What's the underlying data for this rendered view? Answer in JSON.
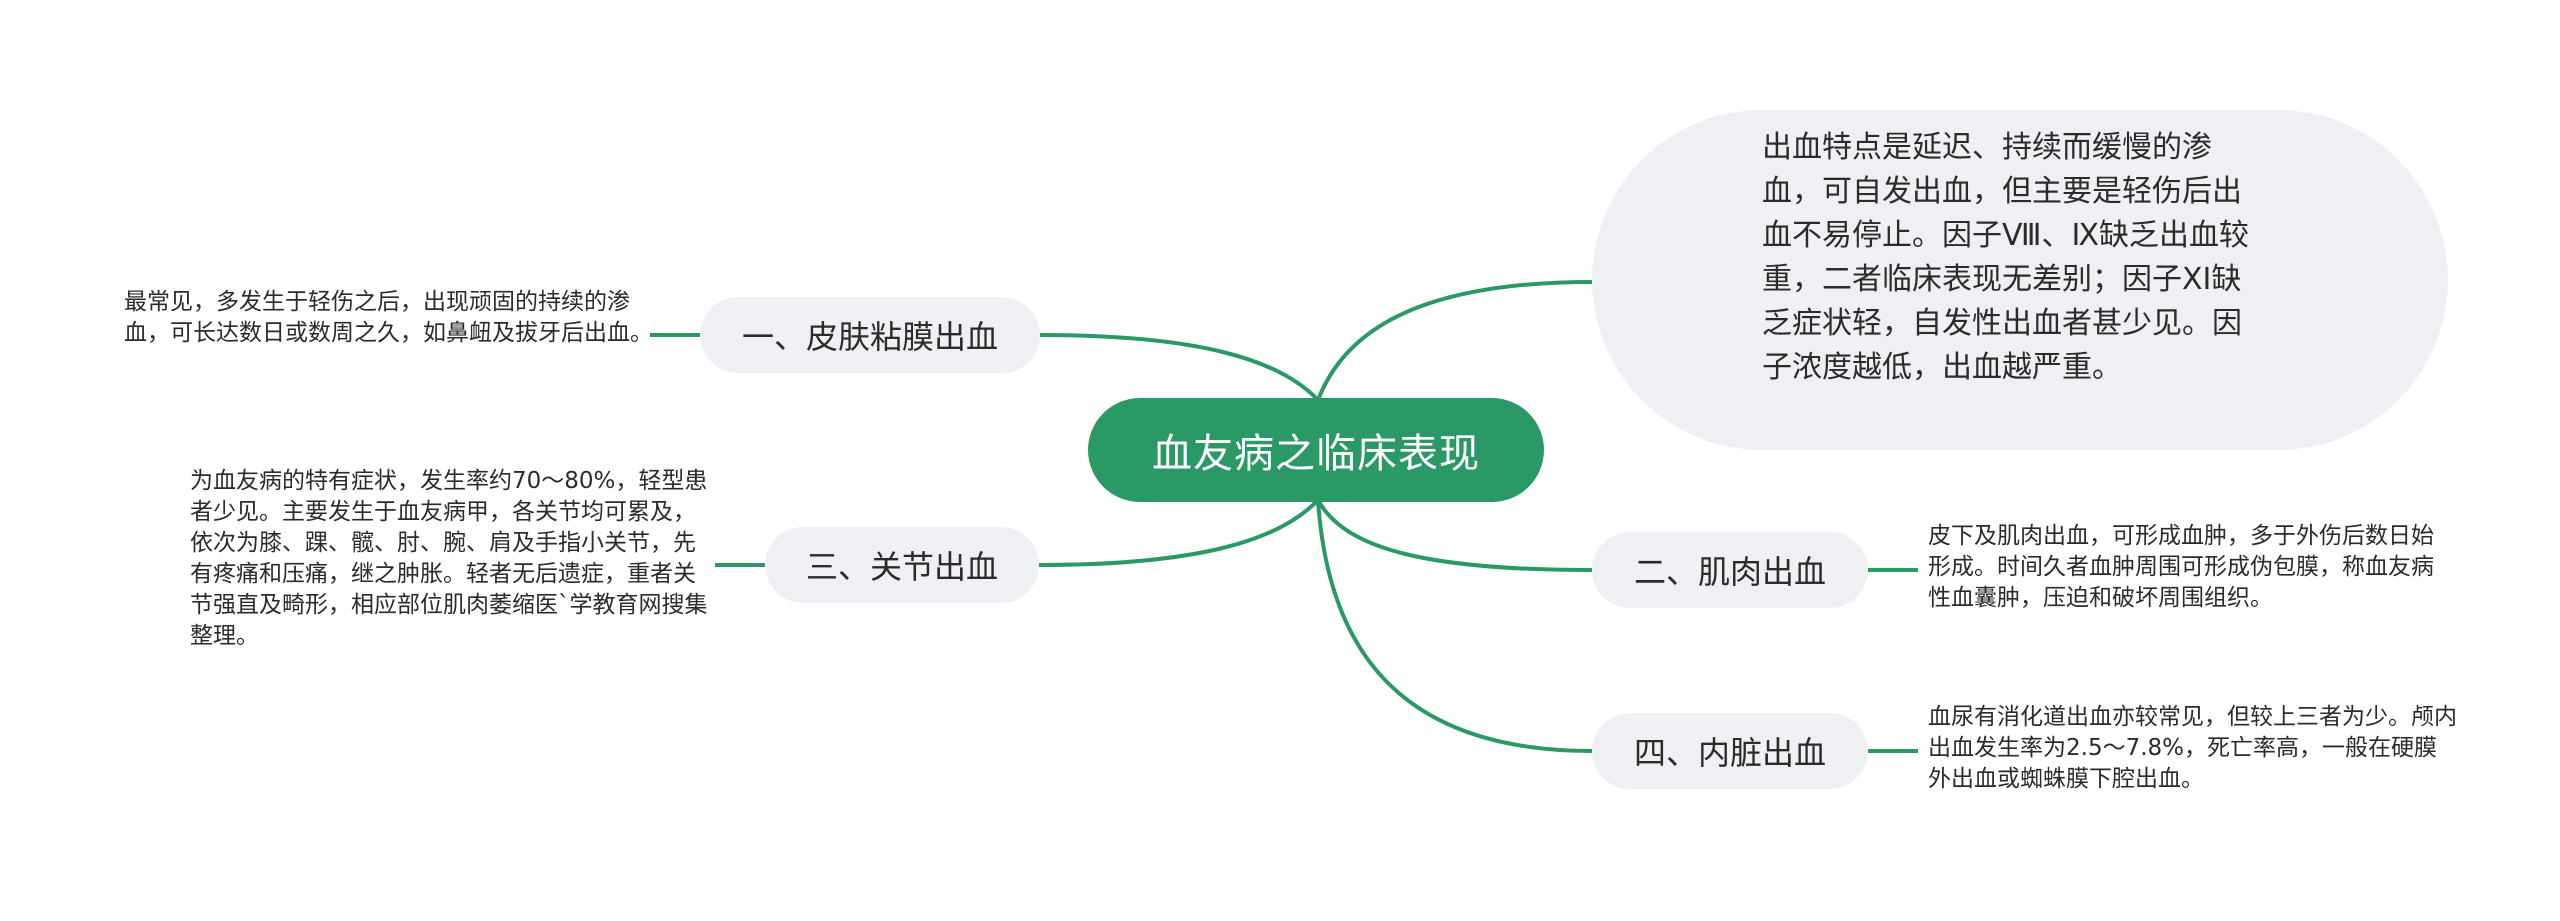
{
  "root": {
    "label": "血友病之临床表现"
  },
  "top_note": {
    "text": "出血特点是延迟、持续而缓慢的渗血，可自发出血，但主要是轻伤后出血不易停止。因子Ⅷ、Ⅸ缺乏出血较重，二者临床表现无差别；因子XI缺乏症状轻，自发性出血者甚少见。因子浓度越低，出血越严重。"
  },
  "branches": [
    {
      "label": "一、皮肤粘膜出血",
      "note": "最常见，多发生于轻伤之后，出现顽固的持续的渗血，可长达数日或数周之久，如鼻衄及拔牙后出血。"
    },
    {
      "label": "二、肌肉出血",
      "note": "皮下及肌肉出血，可形成血肿，多于外伤后数日始形成。时间久者血肿周围可形成伪包膜，称血友病性血囊肿，压迫和破坏周围组织。"
    },
    {
      "label": "三、关节出血",
      "note": "为血友病的特有症状，发生率约70～80%，轻型患者少见。主要发生于血友病甲，各关节均可累及，依次为膝、踝、髋、肘、腕、肩及手指小关节，先有疼痛和压痛，继之肿胀。轻者无后遗症，重者关节强直及畸形，相应部位肌肉萎缩医`学教育网搜集整理。"
    },
    {
      "label": "四、内脏出血",
      "note": "血尿有消化道出血亦较常见，但较上三者为少。颅内出血发生率为2.5～7.8%，死亡率高，一般在硬膜外出血或蜘蛛膜下腔出血。"
    }
  ],
  "colors": {
    "connector": "#2a9966",
    "root_fill": "#2a9966",
    "node_fill": "#eef0f3",
    "text": "#2b2b2b"
  }
}
